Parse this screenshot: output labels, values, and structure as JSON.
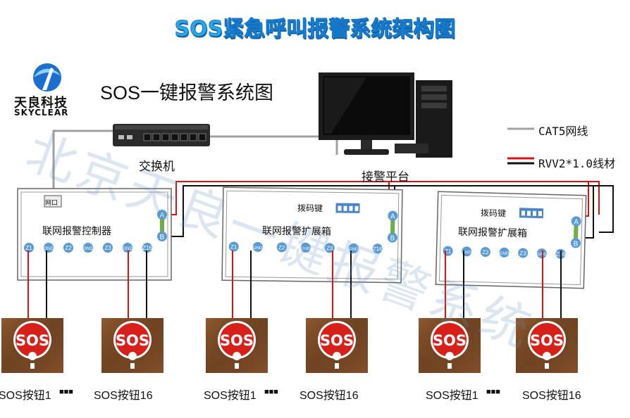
{
  "title": "SOS紧急呼叫报警系统架构图",
  "subtitle": "SOS一键报警系统图",
  "logo": {
    "cn": "天良科技",
    "en": "SKYCLEAR"
  },
  "watermark": "北京天良一键报警系统",
  "devices": {
    "switch_label": "交换机",
    "platform_label": "接警平台",
    "net_port_label": "网口"
  },
  "legend": {
    "cat5": "CAT5网线",
    "rvv": "RVV2*1.0线材"
  },
  "controllers": [
    {
      "name": "联网报警控制器",
      "dip": ""
    },
    {
      "name": "联网报警扩展箱",
      "dip": "拨码键"
    },
    {
      "name": "联网报警扩展箱",
      "dip": "拨码键"
    }
  ],
  "terminals": [
    "Z1",
    "GND",
    "Z2",
    "GND",
    "Z3",
    "GND",
    "Z16"
  ],
  "bus_terminals": {
    "a": "A",
    "b": "B"
  },
  "sos_button_text": "SOS",
  "buttons": [
    {
      "first": "SOS按钮1",
      "sep": "■■■",
      "last": "SOS按钮16"
    },
    {
      "first": "SOS按钮1",
      "sep": "■■■",
      "last": "SOS按钮16"
    },
    {
      "first": "SOS按钮1",
      "sep": "■■■",
      "last": "SOS按钮16"
    }
  ],
  "colors": {
    "title": "#2aa7e6",
    "red_wire": "#e01010",
    "gray_wire": "#a0a0a0",
    "terminal": "#5b9bd5",
    "bus_green": "#70ad47",
    "sos_red": "#d8201a",
    "wood": "#7a4a26"
  }
}
